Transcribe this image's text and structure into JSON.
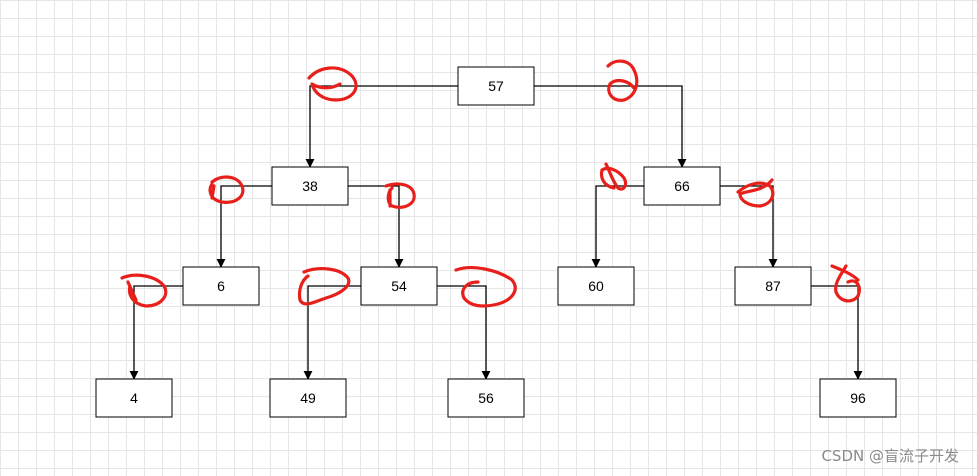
{
  "diagram": {
    "colors": {
      "box_stroke": "#000000",
      "edge": "#000000",
      "annotation": "#e8201c",
      "grid": "#e6e6e6",
      "watermark": "#8a8a8a"
    },
    "nodes": [
      {
        "id": "n57",
        "label": "57"
      },
      {
        "id": "n38",
        "label": "38"
      },
      {
        "id": "n66",
        "label": "66"
      },
      {
        "id": "n6",
        "label": "6"
      },
      {
        "id": "n54",
        "label": "54"
      },
      {
        "id": "n60",
        "label": "60"
      },
      {
        "id": "n87",
        "label": "87"
      },
      {
        "id": "n4",
        "label": "4"
      },
      {
        "id": "n49",
        "label": "49"
      },
      {
        "id": "n56",
        "label": "56"
      },
      {
        "id": "n96",
        "label": "96"
      }
    ],
    "edges": [
      {
        "from": "n57",
        "to": "n38",
        "side": "left"
      },
      {
        "from": "n57",
        "to": "n66",
        "side": "right"
      },
      {
        "from": "n38",
        "to": "n6",
        "side": "left"
      },
      {
        "from": "n38",
        "to": "n54",
        "side": "right"
      },
      {
        "from": "n66",
        "to": "n60",
        "side": "left"
      },
      {
        "from": "n66",
        "to": "n87",
        "side": "right"
      },
      {
        "from": "n6",
        "to": "n4",
        "side": "left"
      },
      {
        "from": "n54",
        "to": "n49",
        "side": "left"
      },
      {
        "from": "n54",
        "to": "n56",
        "side": "right"
      },
      {
        "from": "n87",
        "to": "n96",
        "side": "right"
      }
    ]
  },
  "watermark": "CSDN @盲流子开发"
}
